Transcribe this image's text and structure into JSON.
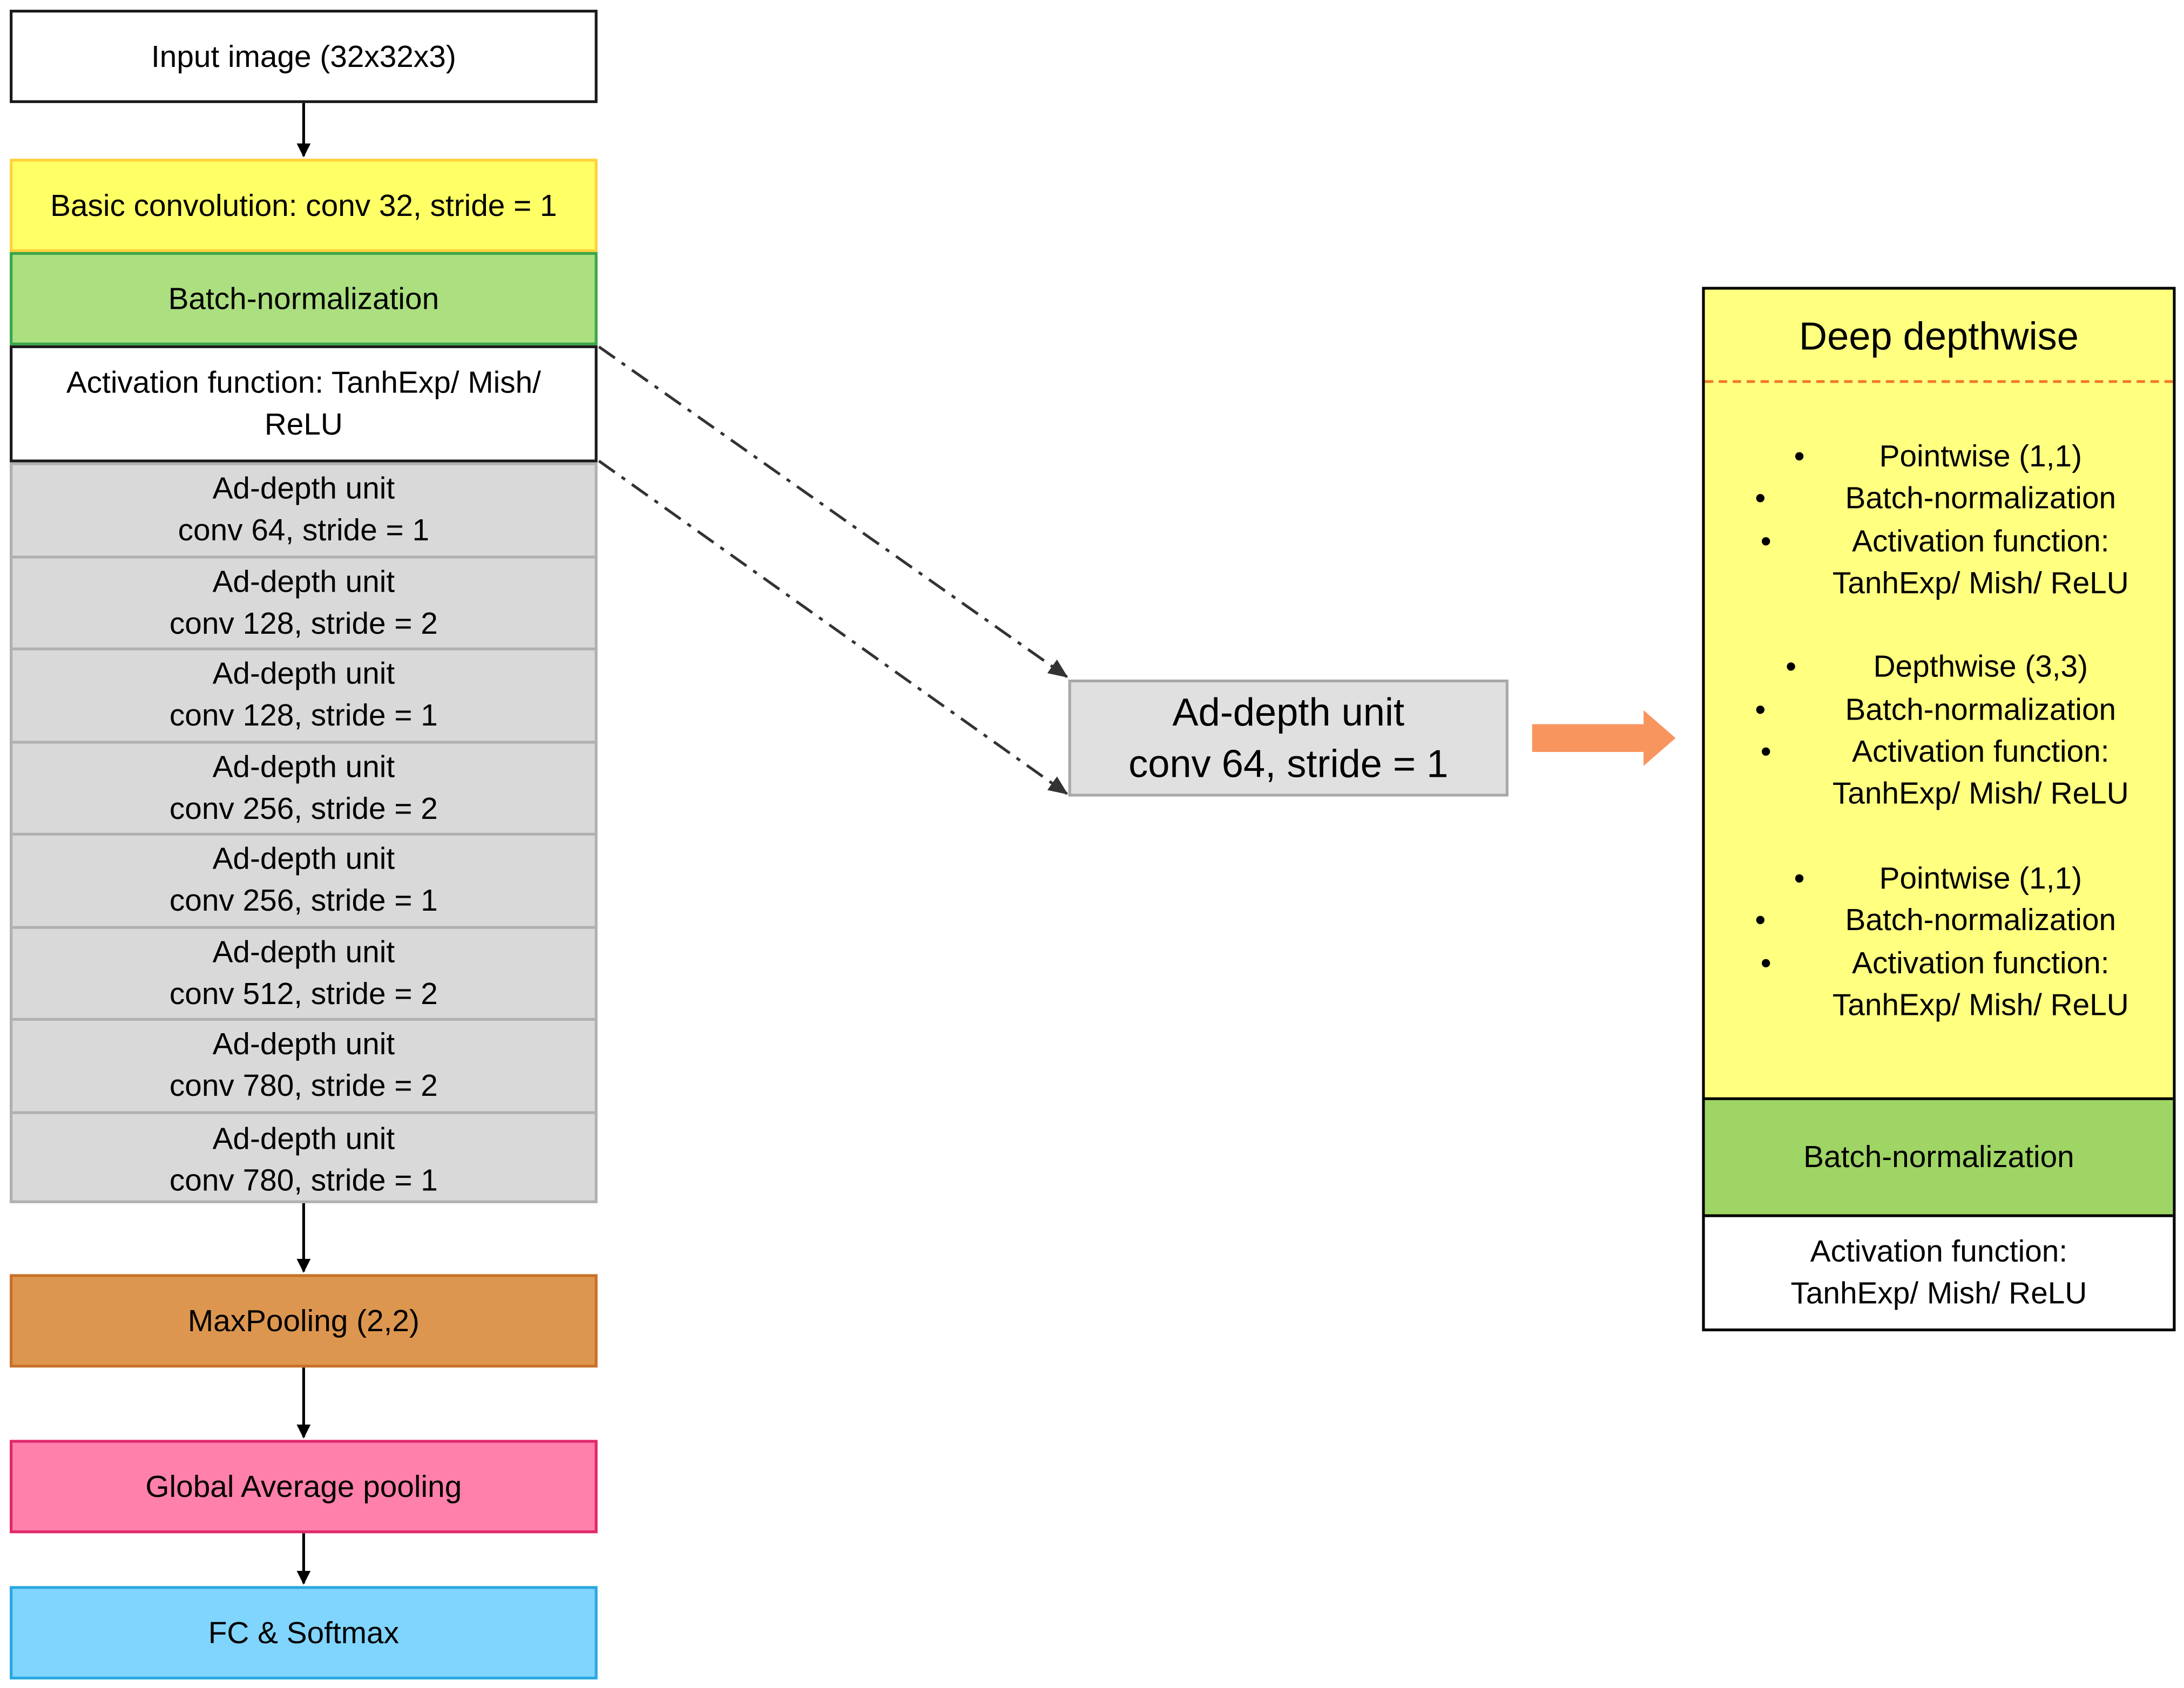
{
  "input": {
    "label": "Input image (32x32x3)"
  },
  "basic_conv": {
    "label": "Basic convolution: conv 32, stride = 1"
  },
  "batch_norm": {
    "label": "Batch-normalization"
  },
  "activation": {
    "line1": "Activation function: TanhExp/ Mish/",
    "line2": "ReLU"
  },
  "units": [
    {
      "title": "Ad-depth unit",
      "params": "conv 64, stride = 1"
    },
    {
      "title": "Ad-depth unit",
      "params": "conv 128, stride = 2"
    },
    {
      "title": "Ad-depth unit",
      "params": "conv 128, stride = 1"
    },
    {
      "title": "Ad-depth unit",
      "params": "conv 256, stride = 2"
    },
    {
      "title": "Ad-depth unit",
      "params": "conv 256, stride = 1"
    },
    {
      "title": "Ad-depth unit",
      "params": "conv 512, stride = 2"
    },
    {
      "title": "Ad-depth unit",
      "params": "conv 780, stride = 2"
    },
    {
      "title": "Ad-depth unit",
      "params": "conv 780, stride = 1"
    }
  ],
  "maxpool": {
    "label": "MaxPooling (2,2)"
  },
  "gap": {
    "label": "Global Average pooling"
  },
  "fc": {
    "label": "FC & Softmax"
  },
  "center_unit": {
    "title": "Ad-depth unit",
    "params": "conv 64, stride = 1"
  },
  "deep_depthwise": {
    "title": "Deep depthwise",
    "items": [
      {
        "bullet": "•",
        "text": "Pointwise (1,1)"
      },
      {
        "bullet": "•",
        "text": "Batch-normalization"
      },
      {
        "bullet": "•",
        "text": "Activation function:"
      },
      {
        "bullet": "",
        "text": "TanhExp/ Mish/ ReLU"
      },
      {
        "bullet": "",
        "text": ""
      },
      {
        "bullet": "•",
        "text": "Depthwise (3,3)"
      },
      {
        "bullet": "•",
        "text": "Batch-normalization"
      },
      {
        "bullet": "•",
        "text": "Activation function:"
      },
      {
        "bullet": "",
        "text": "TanhExp/ Mish/ ReLU"
      },
      {
        "bullet": "",
        "text": ""
      },
      {
        "bullet": "•",
        "text": "Pointwise (1,1)"
      },
      {
        "bullet": "•",
        "text": "Batch-normalization"
      },
      {
        "bullet": "•",
        "text": "Activation function:"
      },
      {
        "bullet": "",
        "text": "TanhExp/ Mish/ ReLU"
      }
    ],
    "batch_norm": "Batch-normalization",
    "activation_line1": "Activation function:",
    "activation_line2": "TanhExp/ Mish/ ReLU"
  },
  "colors": {
    "basic_conv": "#ffff66",
    "batch_norm": "#acdf80",
    "unit": "#d9d9d9",
    "maxpool": "#dd964f",
    "gap": "#ff80aa",
    "fc": "#80d5ff",
    "deep_depthwise": "#ffff80",
    "arrow_orange": "#f8955f"
  }
}
